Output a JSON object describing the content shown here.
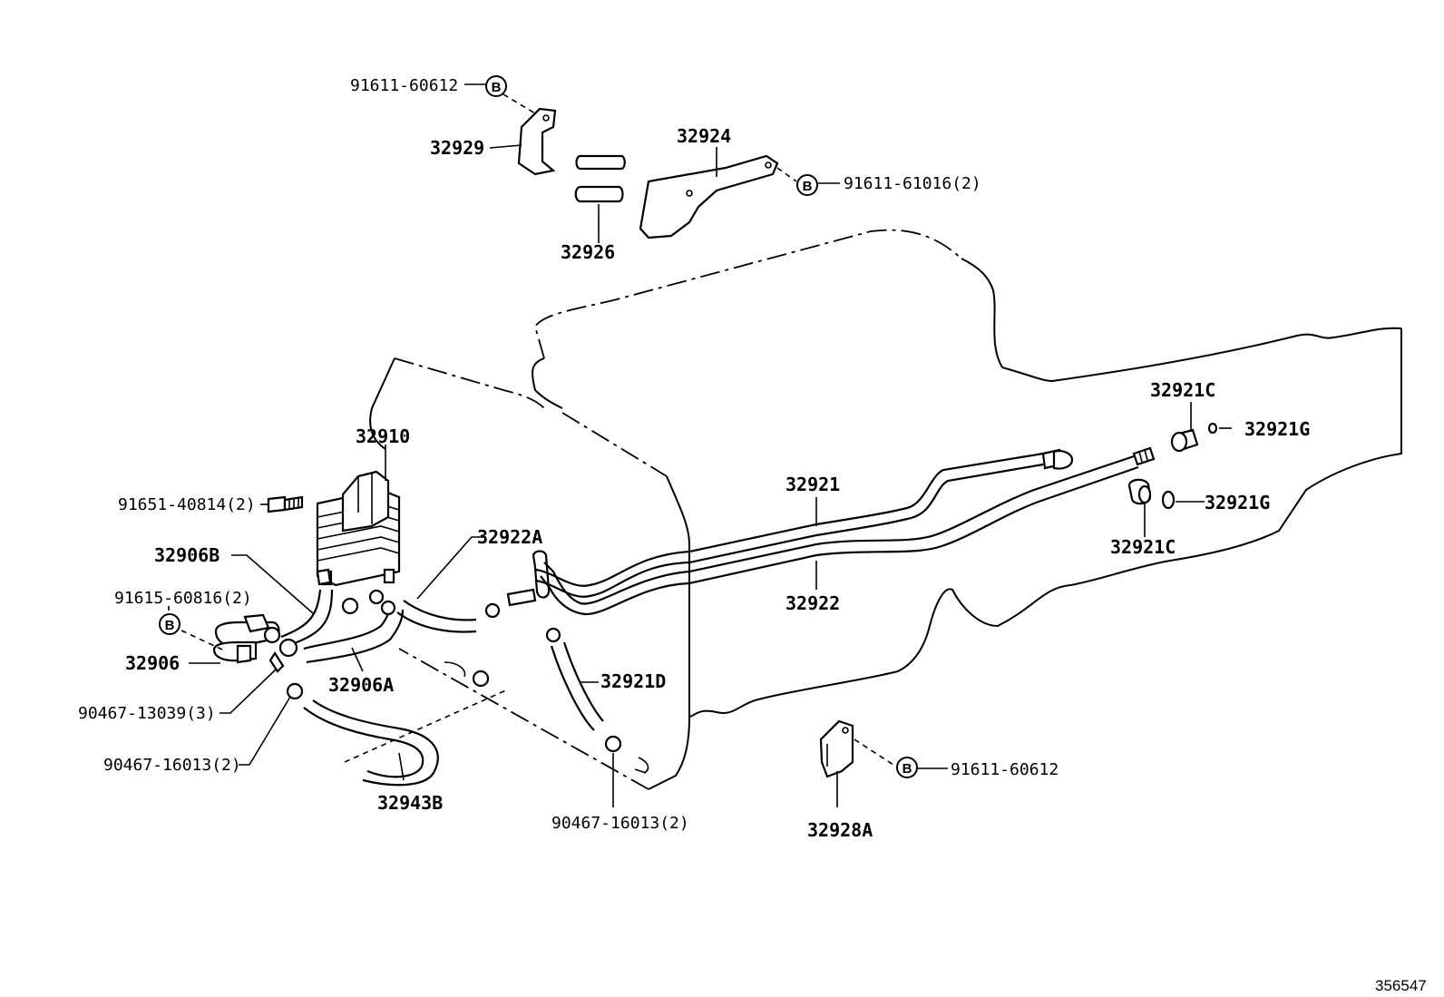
{
  "labels": {
    "p91611_60612_top": "91611-60612",
    "p32929": "32929",
    "p32924": "32924",
    "p91611_61016": "91611-61016(2)",
    "p32926": "32926",
    "p32910": "32910",
    "p91651_40814": "91651-40814(2)",
    "p32906B": "32906B",
    "p91615_60816": "91615-60816(2)",
    "p32906": "32906",
    "p90467_13039": "90467-13039(3)",
    "p90467_16013_left": "90467-16013(2)",
    "p32943B": "32943B",
    "p32922A": "32922A",
    "p32906A": "32906A",
    "p32921D": "32921D",
    "p90467_16013_bottom": "90467-16013(2)",
    "p32921": "32921",
    "p32922": "32922",
    "p32921C_top": "32921C",
    "p32921G_top": "32921G",
    "p32921G_bottom": "32921G",
    "p32921C_bottom": "32921C",
    "p32928A": "32928A",
    "p91611_60612_bottom": "91611-60612",
    "ref_number": "356547"
  },
  "bolt_marker": "B"
}
